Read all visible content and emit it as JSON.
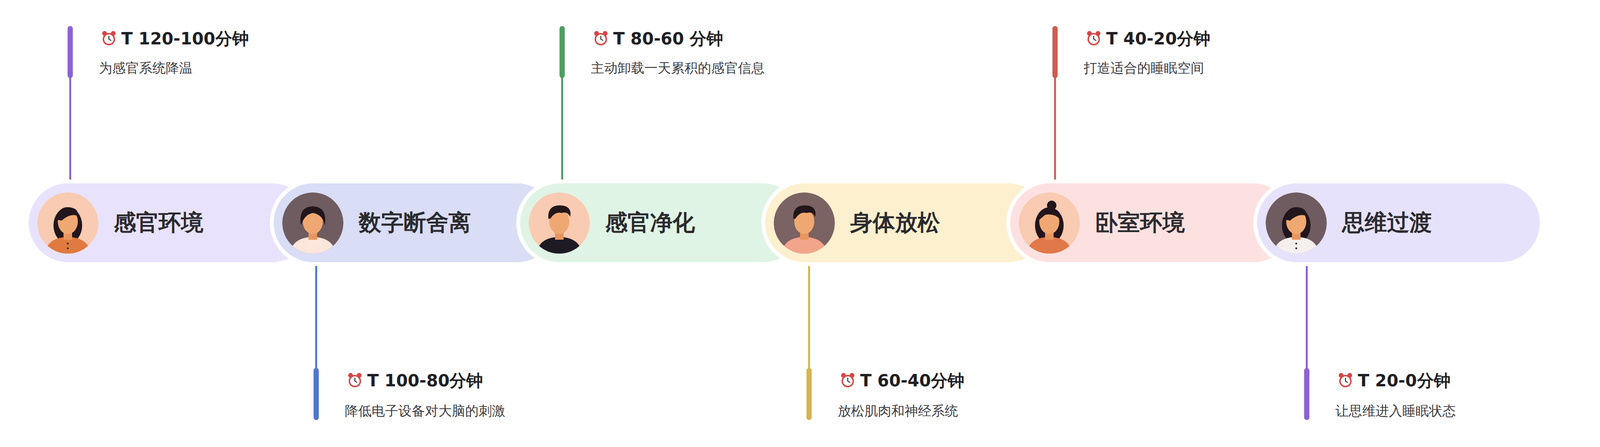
{
  "diagram": {
    "nodes": [
      {
        "text": [
          "感官环境"
        ]
      },
      {
        "text": [
          "数字断舍离"
        ]
      },
      {
        "text": [
          "感官净化"
        ]
      },
      {
        "text": [
          "身体放松"
        ]
      },
      {
        "text": [
          "卧室环境"
        ]
      },
      {
        "text": [
          "思维过渡"
        ]
      }
    ],
    "labels": [
      "T 120-100分钟",
      "为感官系统降温",
      "T 100-80分钟",
      "降低电子设备对大脑的刺激",
      "T 80-60 分钟",
      "主动卸载一天累积的感官信息",
      "T 60-40分钟",
      "放松肌肉和神经系统",
      "T 40-20分钟",
      "打造适合的睡眠空间",
      "T 20-0分钟",
      "让思维进入睡眠状态"
    ]
  }
}
